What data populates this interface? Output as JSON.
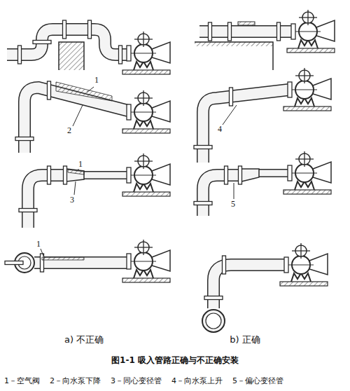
{
  "diagram": {
    "caption": "图1-1 吸入管路正确与不正确安装",
    "labels": [
      "1",
      "2",
      "1",
      "3",
      "1",
      "4",
      "5",
      "a) 不正确",
      "b) 正确",
      "1－空气阀",
      "2－向水泵下降",
      "3－同心变径管",
      "4－向水泵上升",
      "5－偏心变径管"
    ]
  }
}
